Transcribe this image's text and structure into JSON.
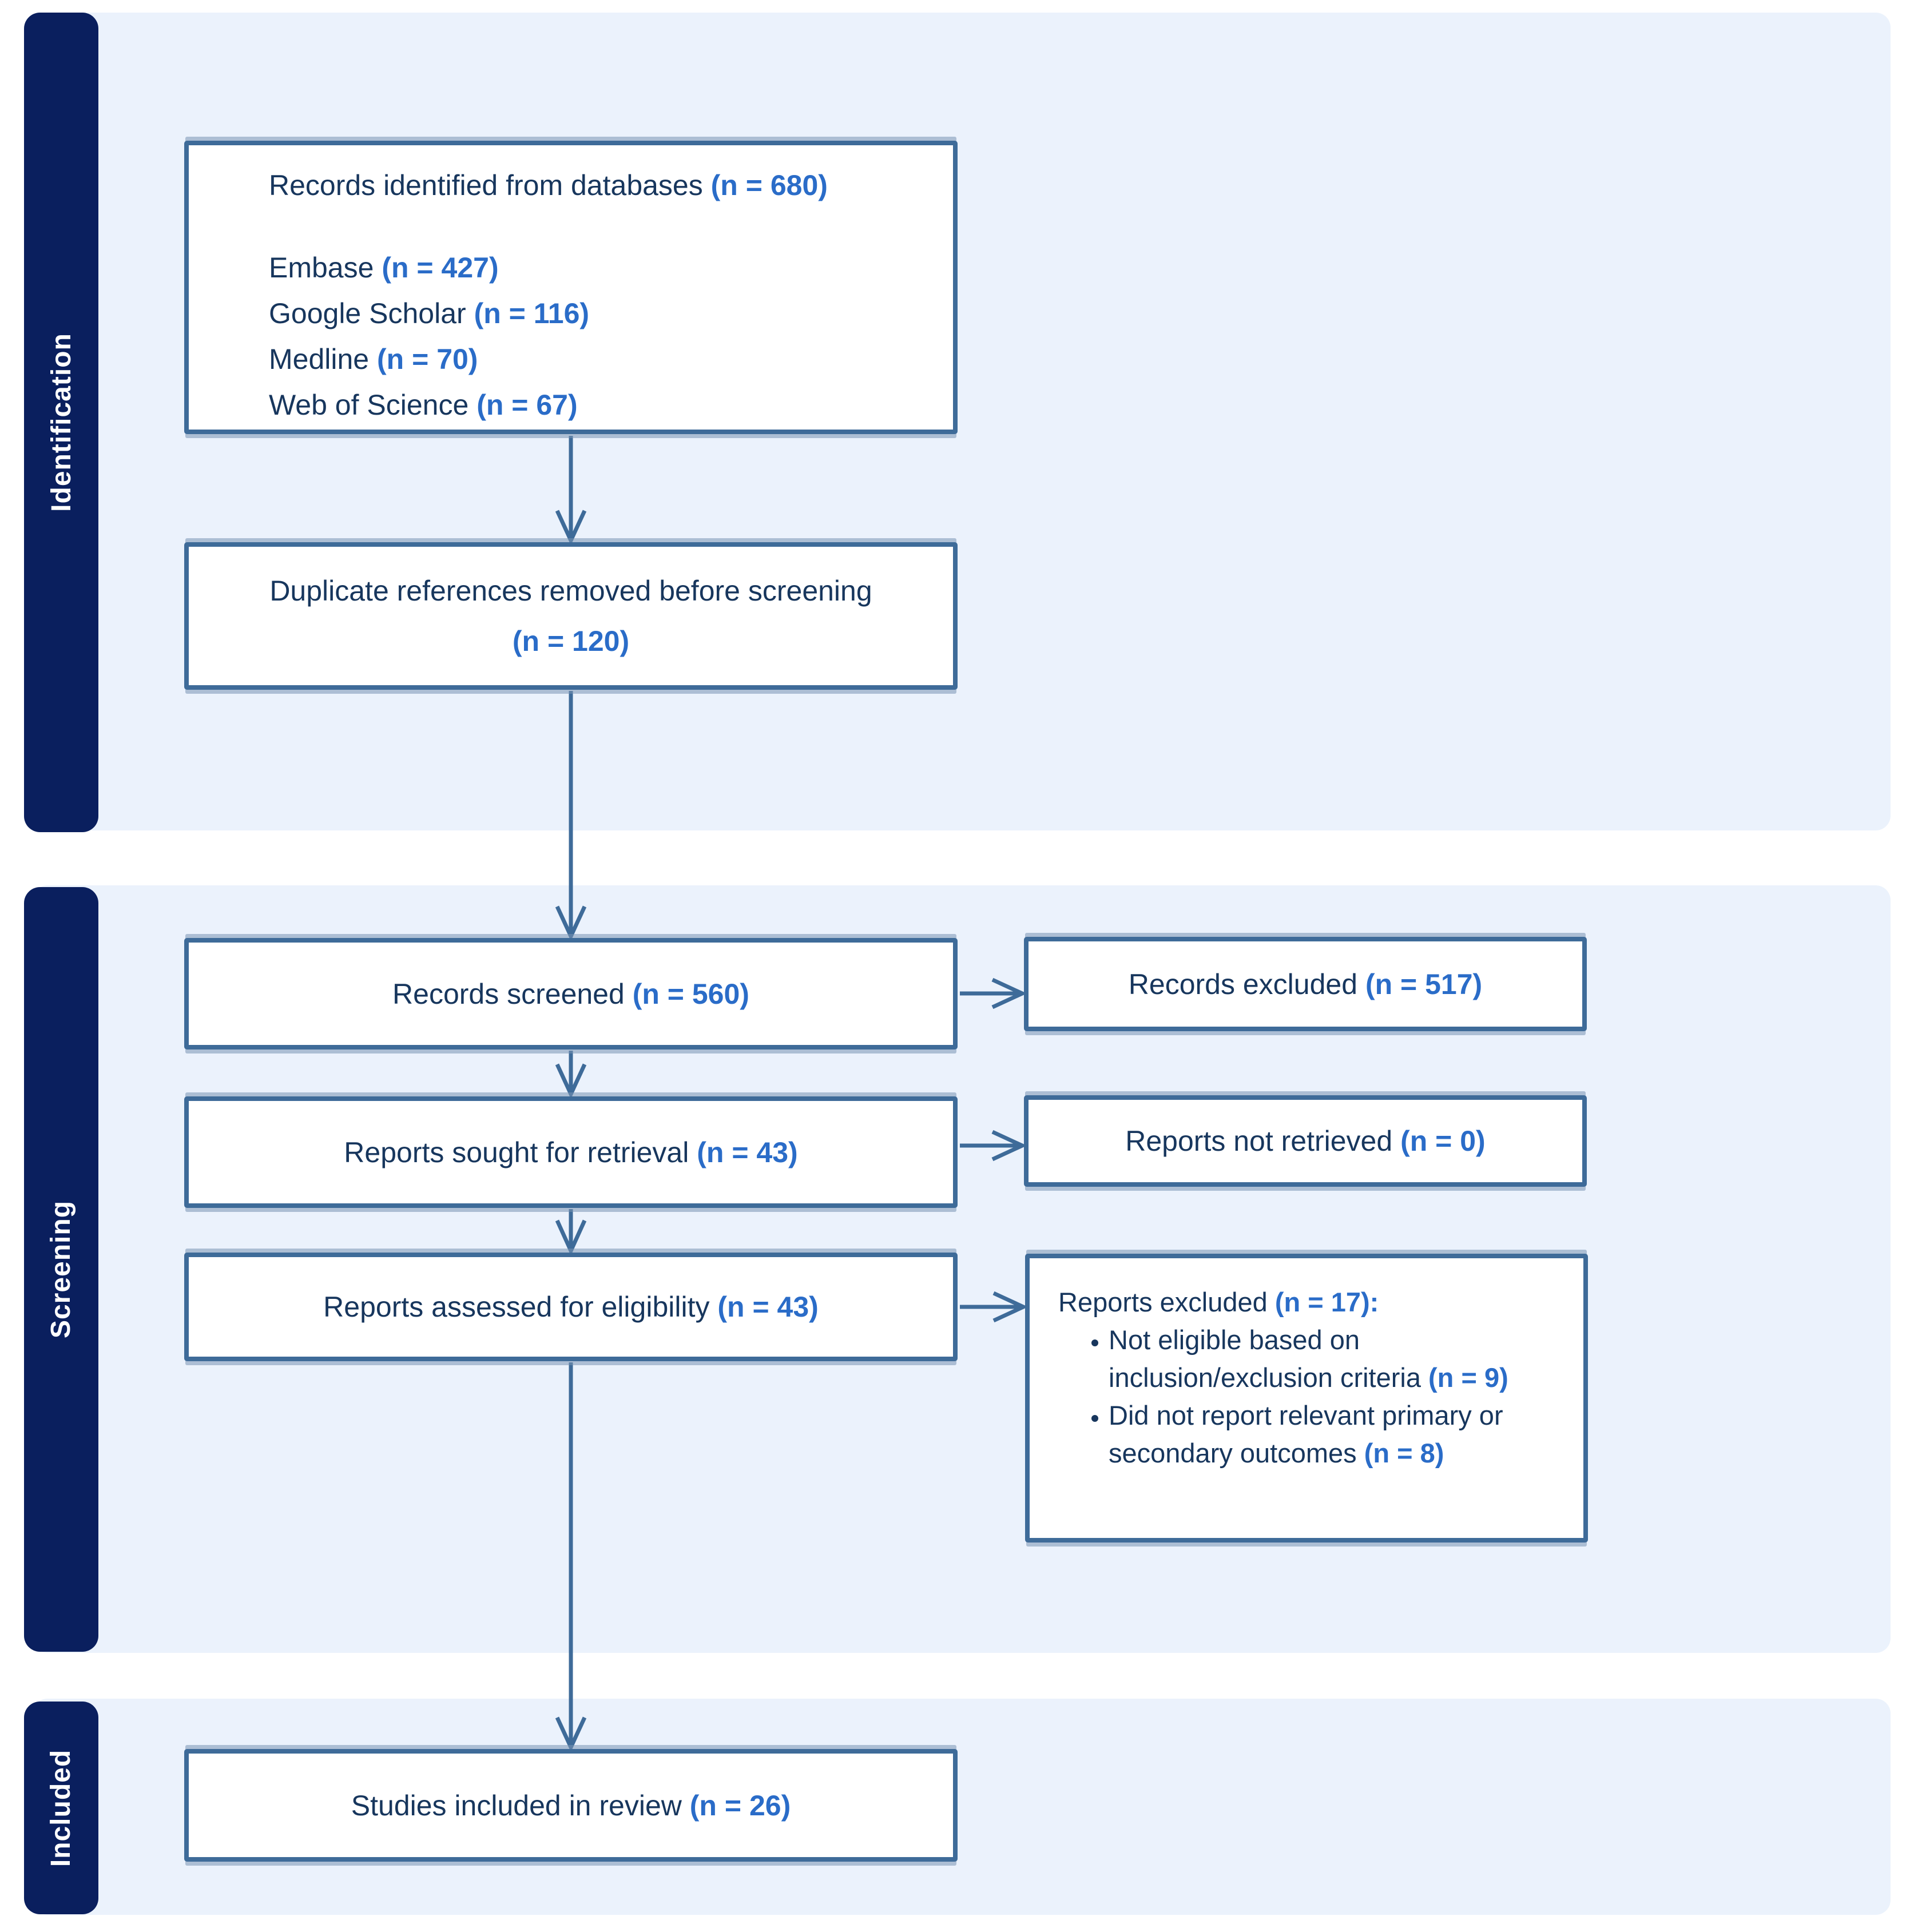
{
  "diagram": {
    "type": "PRISMA flow diagram",
    "colors": {
      "band_background": "#EBF2FC",
      "phase_bar": "#0A1F5E",
      "box_border": "#3E6B99",
      "arrow": "#3E6B99",
      "body_text": "#17365D",
      "count_text": "#2A6CC8"
    }
  },
  "sidebar": {
    "sections": [
      {
        "label": "Identification"
      },
      {
        "label": "Screening"
      },
      {
        "label": "Included"
      }
    ]
  },
  "flow": {
    "identified": {
      "title": "Records identified from databases",
      "count": "(n = 680)",
      "sources": [
        {
          "name": "Embase",
          "count": "(n = 427)"
        },
        {
          "name": "Google Scholar",
          "count": "(n = 116)"
        },
        {
          "name": "Medline",
          "count": "(n = 70)"
        },
        {
          "name": "Web of Science",
          "count": "(n = 67)"
        }
      ]
    },
    "duplicates": {
      "title": "Duplicate references removed before screening",
      "count": "(n = 120)"
    },
    "screened": {
      "title": "Records screened",
      "count": "(n = 560)"
    },
    "records_excluded": {
      "title": "Records excluded",
      "count": "(n = 517)"
    },
    "sought": {
      "title": "Reports sought for retrieval",
      "count": "(n = 43)"
    },
    "not_retrieved": {
      "title": "Reports not retrieved",
      "count": "(n = 0)"
    },
    "assessed": {
      "title": "Reports assessed for eligibility",
      "count": "(n = 43)"
    },
    "reports_excluded": {
      "title": "Reports excluded",
      "count": "(n = 17):",
      "reasons": [
        {
          "text": "Not eligible based on inclusion/exclusion criteria",
          "count": "(n = 9)"
        },
        {
          "text": "Did not report relevant primary or secondary outcomes",
          "count": "(n = 8)"
        }
      ]
    },
    "included_box": {
      "title": "Studies included in review",
      "count": "(n = 26)"
    }
  }
}
